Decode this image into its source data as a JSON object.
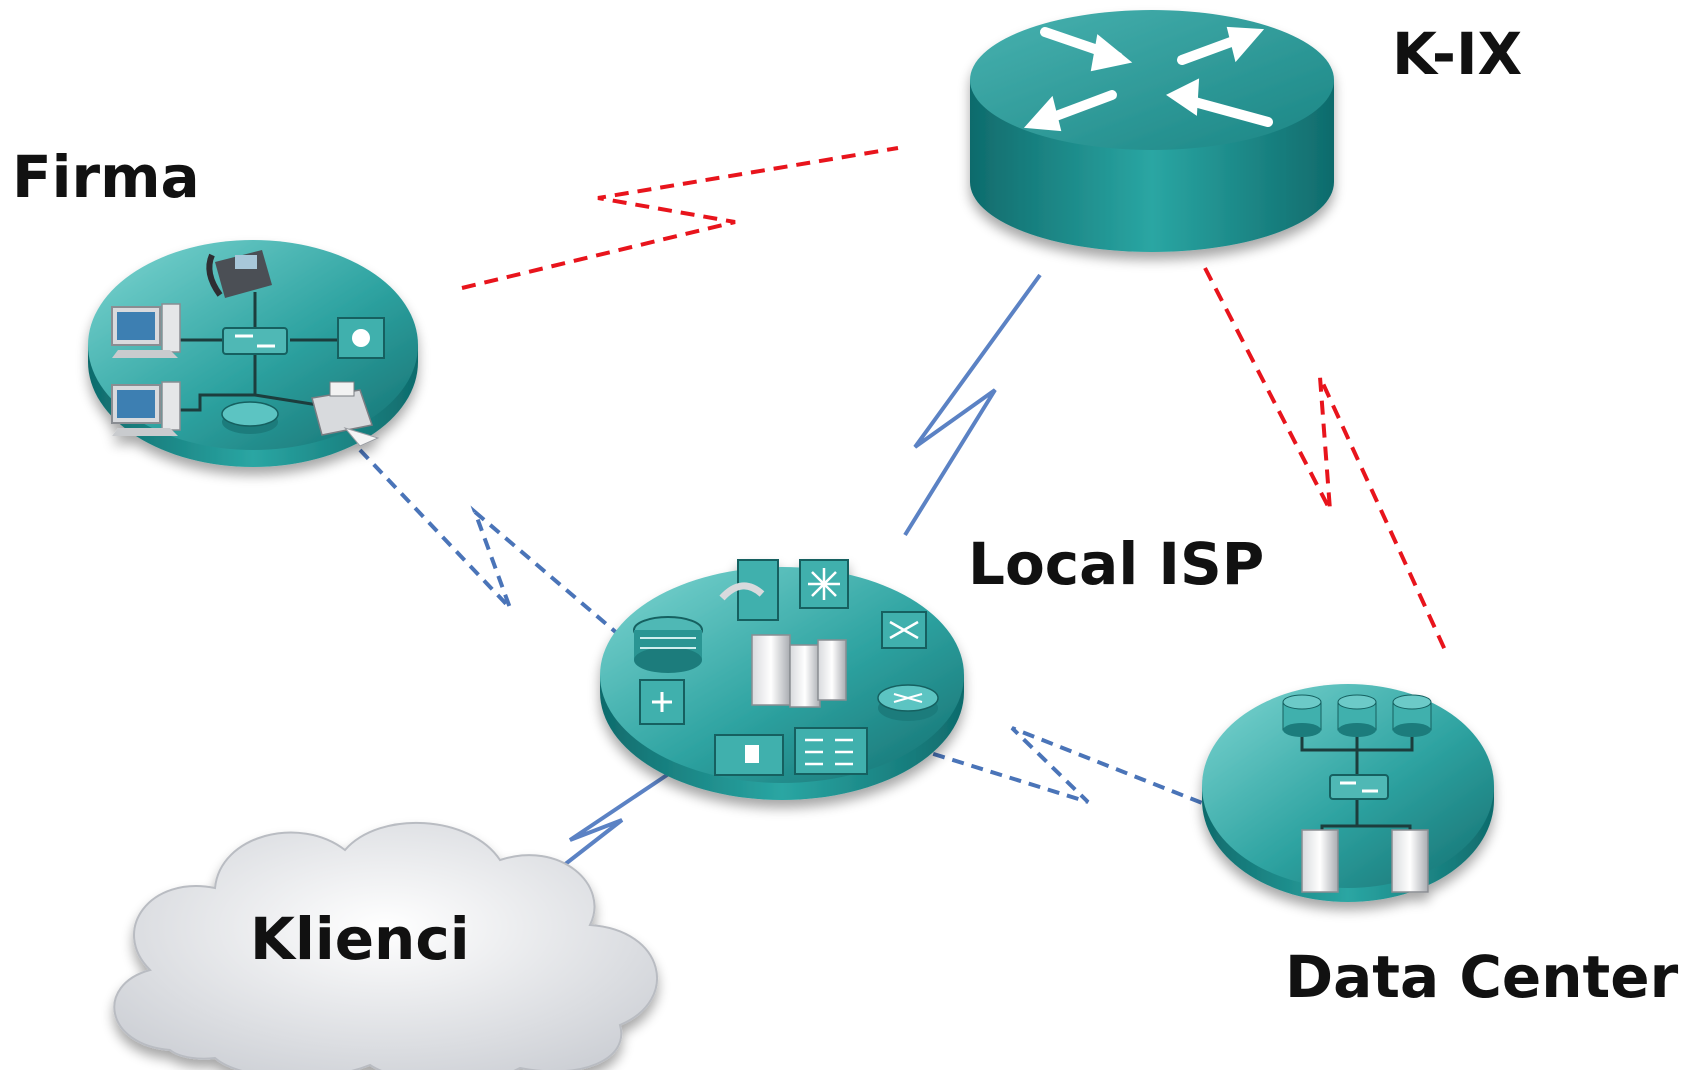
{
  "labels": {
    "firma": "Firma",
    "kix": "K-IX",
    "local_isp": "Local ISP",
    "klienci": "Klienci",
    "data_center": "Data Center"
  },
  "colors": {
    "teal": "#1d8f8f",
    "teal_light": "#5cc4c2",
    "wan_dashed": "#e8141c",
    "backup_dashed": "#4a74b8",
    "serial_solid": "#5b82c4",
    "cloud": "#e6e8ec"
  },
  "nodes": [
    {
      "id": "firma",
      "icon": "enterprise-network-icon",
      "label": "Firma"
    },
    {
      "id": "kix",
      "icon": "router-icon",
      "label": "K-IX"
    },
    {
      "id": "local-isp",
      "icon": "service-provider-network-icon",
      "label": "Local ISP"
    },
    {
      "id": "klienci",
      "icon": "cloud-icon",
      "label": "Klienci"
    },
    {
      "id": "data-center",
      "icon": "data-center-icon",
      "label": "Data Center"
    }
  ],
  "links": [
    {
      "from": "firma",
      "to": "kix",
      "style": "red-dashed-serial"
    },
    {
      "from": "kix",
      "to": "data-center",
      "style": "red-dashed-serial"
    },
    {
      "from": "local-isp",
      "to": "kix",
      "style": "blue-solid-serial"
    },
    {
      "from": "firma",
      "to": "local-isp",
      "style": "blue-dashed-serial"
    },
    {
      "from": "local-isp",
      "to": "data-center",
      "style": "blue-dashed-serial"
    },
    {
      "from": "klienci",
      "to": "local-isp",
      "style": "blue-solid-serial"
    }
  ]
}
